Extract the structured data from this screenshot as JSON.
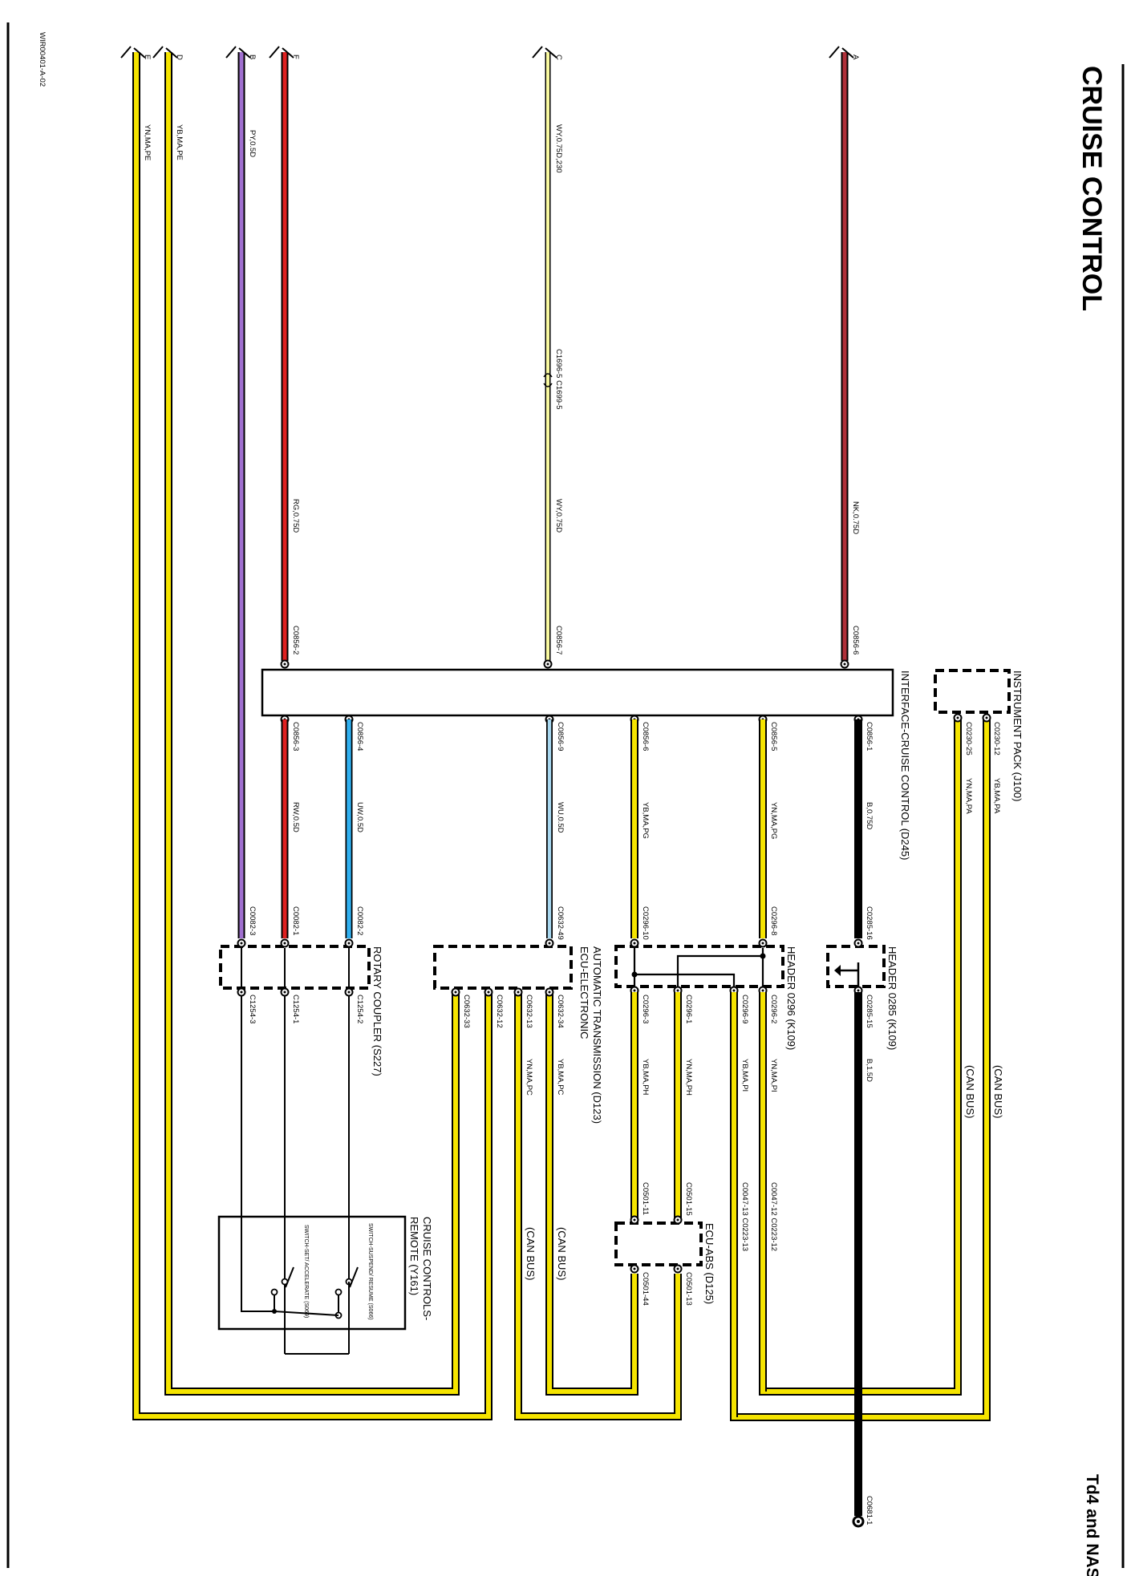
{
  "page": {
    "title": "CRUISE CONTROL",
    "subtitle": "Td4 and NAS",
    "drawing_id": "WIR00401-A-02"
  },
  "wire_labels": {
    "ab_nk": "NK,0.75D",
    "c_wy_top": "WY,0.75D,230",
    "c_wy_mid": "WY,0.75D",
    "c_splice": "C1696-5 C1699-5",
    "f_rg": "RG,0.75D",
    "b_py": "PY,0.5D",
    "d_ybmape": "YB,MA,PE",
    "e_ynmape": "YN,MA,PE",
    "u_c0856_6": "C0856-6",
    "u_c0856_7": "C0856-7",
    "u_c0856_2": "C0856-2",
    "w1_conn_top": "C0856-1",
    "w1_label": "B,0.75D",
    "w1_conn_bot": "C0285-16",
    "w2_conn_top": "C0856-5",
    "w2_label": "YN,MA,PG",
    "w2_conn_bot": "C0296-8",
    "w3_conn_top": "C0856-6",
    "w3_label": "YB,MA,PG",
    "w3_conn_bot": "C0296-10",
    "w4_conn_top": "C0856-9",
    "w4_label": "WU,0.5D",
    "w4_conn_bot": "C0632-49",
    "w5_conn_top": "C0856-4",
    "w5_label": "UW,0.5D",
    "w5_conn_bot": "C0082-2",
    "w6_conn_top": "C0856-3",
    "w6_label": "RW,0.5D",
    "w6_conn_bot": "C0082-1",
    "w7_conn_bot": "C0082-3",
    "ip_conn_12": "C0230-12",
    "ip_wire_12": "YB,MA,PA",
    "ip_conn_25": "C0230-25",
    "ip_wire_25": "YN,MA,PA",
    "can_bus": "(CAN BUS)",
    "h285_conn": "C0285-15",
    "h285_wire": "B,1.5D",
    "h296_conn_2": "C0296-2",
    "h296_wire_2": "YN,MA,PI",
    "h296_conn_9": "C0296-9",
    "h296_wire_9": "YB,MA,PI",
    "h296_conn_1": "C0296-1",
    "h296_wire_1": "YN,MA,PH",
    "h296_conn_3": "C0296-3",
    "h296_wire_3": "YB,MA,PH",
    "abs_in_1": "C0047-12 C0223-12",
    "abs_in_2": "C0047-13 C0223-13",
    "abs_in_3": "C0501-15",
    "abs_in_4": "C0501-11",
    "abs_out_1": "C0501-13",
    "abs_out_2": "C0501-44",
    "tcm_conn_34": "C0632-34",
    "tcm_wire_34": "YB,MA,PC",
    "tcm_conn_13": "C0632-13",
    "tcm_wire_13": "YN,MA,PC",
    "tcm_conn_12": "C0632-12",
    "tcm_conn_33": "C0632-33",
    "rc_conn_2": "C1254-2",
    "rc_conn_1": "C1254-1",
    "rc_conn_3": "C1254-3",
    "ground": "C0681-1",
    "sw_resume": "SWITCH-SUSPEND/ RESUME (S066)",
    "sw_set": "SWITCH-SET/ ACCELERATE (S069)"
  },
  "components": {
    "instrument_pack": "INSTRUMENT PACK (J100)",
    "interface_cruise": "INTERFACE-CRUISE CONTROL (D245)",
    "header_0285": "HEADER 0285 (K109)",
    "header_0296": "HEADER 0296 (K109)",
    "tcm_line1": "ECU-ELECTRONIC",
    "tcm_line2": "AUTOMATIC TRANSMISSION (D123)",
    "rotary_coupler": "ROTARY COUPLER (S227)",
    "abs": "ECU-ABS (D125)",
    "remote_line1": "CRUISE CONTROLS-",
    "remote_line2": "REMOTE (Y161)"
  },
  "terminals": [
    "A",
    "B",
    "C",
    "D",
    "E",
    "F"
  ],
  "colors": {
    "yellow": "#f5e400",
    "red": "#e02020",
    "brown_red": "#b0303a",
    "purple": "#a070d0",
    "blue": "#30b0f0",
    "light_blue": "#a8d8f0",
    "black": "#000000"
  }
}
